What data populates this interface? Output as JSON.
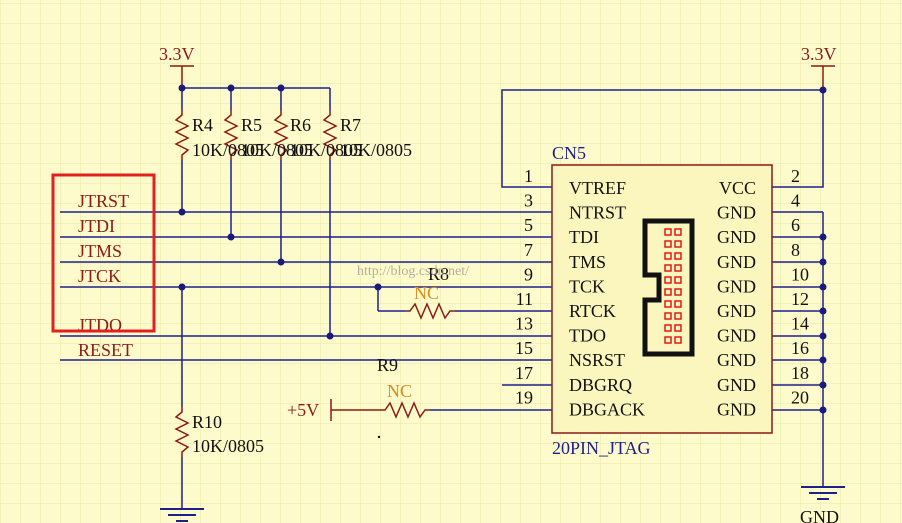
{
  "colors": {
    "background": "#fdfbcb",
    "grid": "#ece7a6",
    "wire": "#1f1f8c",
    "net_label": "#8b1a1a",
    "component": "#8b1a1a",
    "nc": "#e08a1a",
    "body_fill": "#fbf6be",
    "body_stroke": "#8b1a1a",
    "highlight": "#e22020",
    "pin_text": "#111111",
    "junction": "#1a1a7a",
    "header_pin": "#e01a1a"
  },
  "power": {
    "left_33v": "3.3V",
    "right_33v": "3.3V",
    "plus5v": "+5V",
    "gnd": "GND"
  },
  "net_labels": [
    "JTRST",
    "JTDI",
    "JTMS",
    "JTCK",
    "JTDO",
    "RESET"
  ],
  "resistors": {
    "r4": {
      "designator": "R4",
      "value": "10K/0805"
    },
    "r5": {
      "designator": "R5",
      "value": "10K/0805"
    },
    "r6": {
      "designator": "R6",
      "value": "10K/0805"
    },
    "r7": {
      "designator": "R7",
      "value": "10K/0805"
    },
    "r8": {
      "designator": "R8",
      "value": "NC"
    },
    "r9": {
      "designator": "R9",
      "value": "NC"
    },
    "r10": {
      "designator": "R10",
      "value": "10K/0805"
    }
  },
  "connector": {
    "designator": "CN5",
    "comment": "20PIN_JTAG",
    "left_pins": [
      {
        "num": "1",
        "name": "VTREF"
      },
      {
        "num": "3",
        "name": "NTRST"
      },
      {
        "num": "5",
        "name": "TDI"
      },
      {
        "num": "7",
        "name": "TMS"
      },
      {
        "num": "9",
        "name": "TCK"
      },
      {
        "num": "11",
        "name": "RTCK"
      },
      {
        "num": "13",
        "name": "TDO"
      },
      {
        "num": "15",
        "name": "NSRST"
      },
      {
        "num": "17",
        "name": "DBGRQ"
      },
      {
        "num": "19",
        "name": "DBGACK"
      }
    ],
    "right_pins": [
      {
        "num": "2",
        "name": "VCC"
      },
      {
        "num": "4",
        "name": "GND"
      },
      {
        "num": "6",
        "name": "GND"
      },
      {
        "num": "8",
        "name": "GND"
      },
      {
        "num": "10",
        "name": "GND"
      },
      {
        "num": "12",
        "name": "GND"
      },
      {
        "num": "14",
        "name": "GND"
      },
      {
        "num": "16",
        "name": "GND"
      },
      {
        "num": "18",
        "name": "GND"
      },
      {
        "num": "20",
        "name": "GND"
      }
    ]
  },
  "watermark": "http://blog.csdn.net/"
}
